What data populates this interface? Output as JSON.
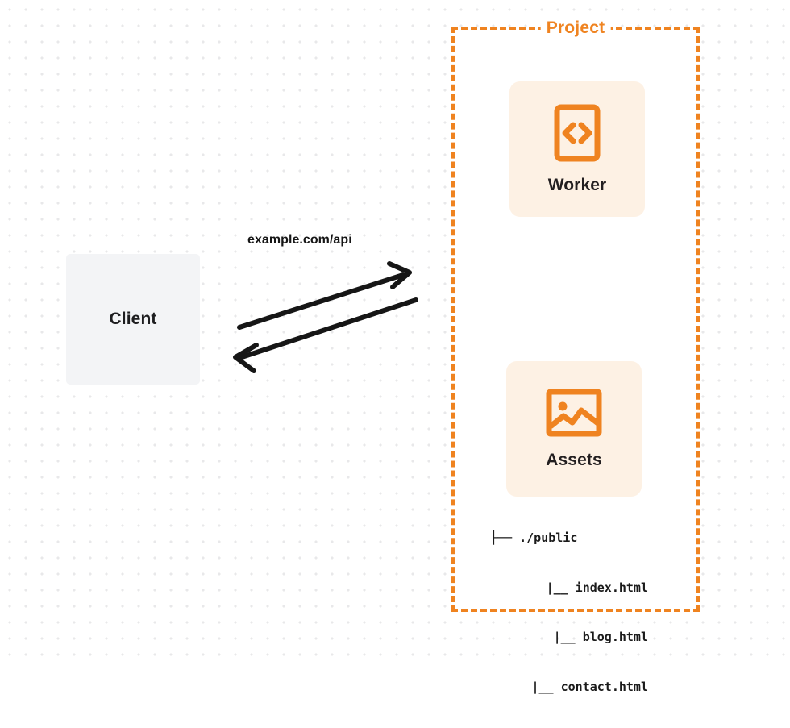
{
  "diagram": {
    "client": {
      "label": "Client",
      "box_color": "#f3f4f6",
      "text_color": "#1d1d1f"
    },
    "connector": {
      "request_label": "example.com/api",
      "arrow_color": "#161616",
      "outbound_direction": "client-to-project",
      "inbound_direction": "project-to-client"
    },
    "project": {
      "title": "Project",
      "border_color": "#ef8320",
      "border_style": "dashed",
      "cards": [
        {
          "label": "Worker",
          "icon": "code-brackets-icon",
          "icon_color": "#ef8320",
          "card_color": "#fdf1e4"
        },
        {
          "label": "Assets",
          "icon": "image-picture-icon",
          "icon_color": "#ef8320",
          "card_color": "#fdf1e4"
        }
      ],
      "file_tree": [
        {
          "prefix": "├── ",
          "name": "./public"
        },
        {
          "prefix": "|__ ",
          "name": "index.html"
        },
        {
          "prefix": "|__ ",
          "name": "blog.html"
        },
        {
          "prefix": "|__ ",
          "name": "contact.html"
        }
      ]
    }
  }
}
